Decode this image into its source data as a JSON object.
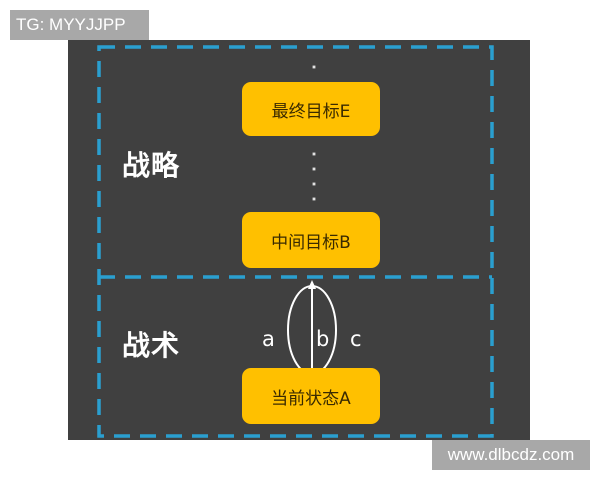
{
  "watermarks": {
    "top_left": "TG: MYYJJPP",
    "bottom_right": "www.dlbcdz.com"
  },
  "sections": {
    "strategy": {
      "label": "战略"
    },
    "tactics": {
      "label": "战术"
    }
  },
  "nodes": {
    "final_goal": {
      "label": "最终目标E"
    },
    "intermediate_goal": {
      "label": "中间目标B"
    },
    "current_state": {
      "label": "当前状态A"
    }
  },
  "paths": {
    "a": "a",
    "b": "b",
    "c": "c"
  },
  "colors": {
    "panel": "#404040",
    "box_fill": "#ffc000",
    "dashed_border": "#2a9fd0",
    "text_light": "#ffffff",
    "watermark_bg": "#a8a8a8"
  }
}
